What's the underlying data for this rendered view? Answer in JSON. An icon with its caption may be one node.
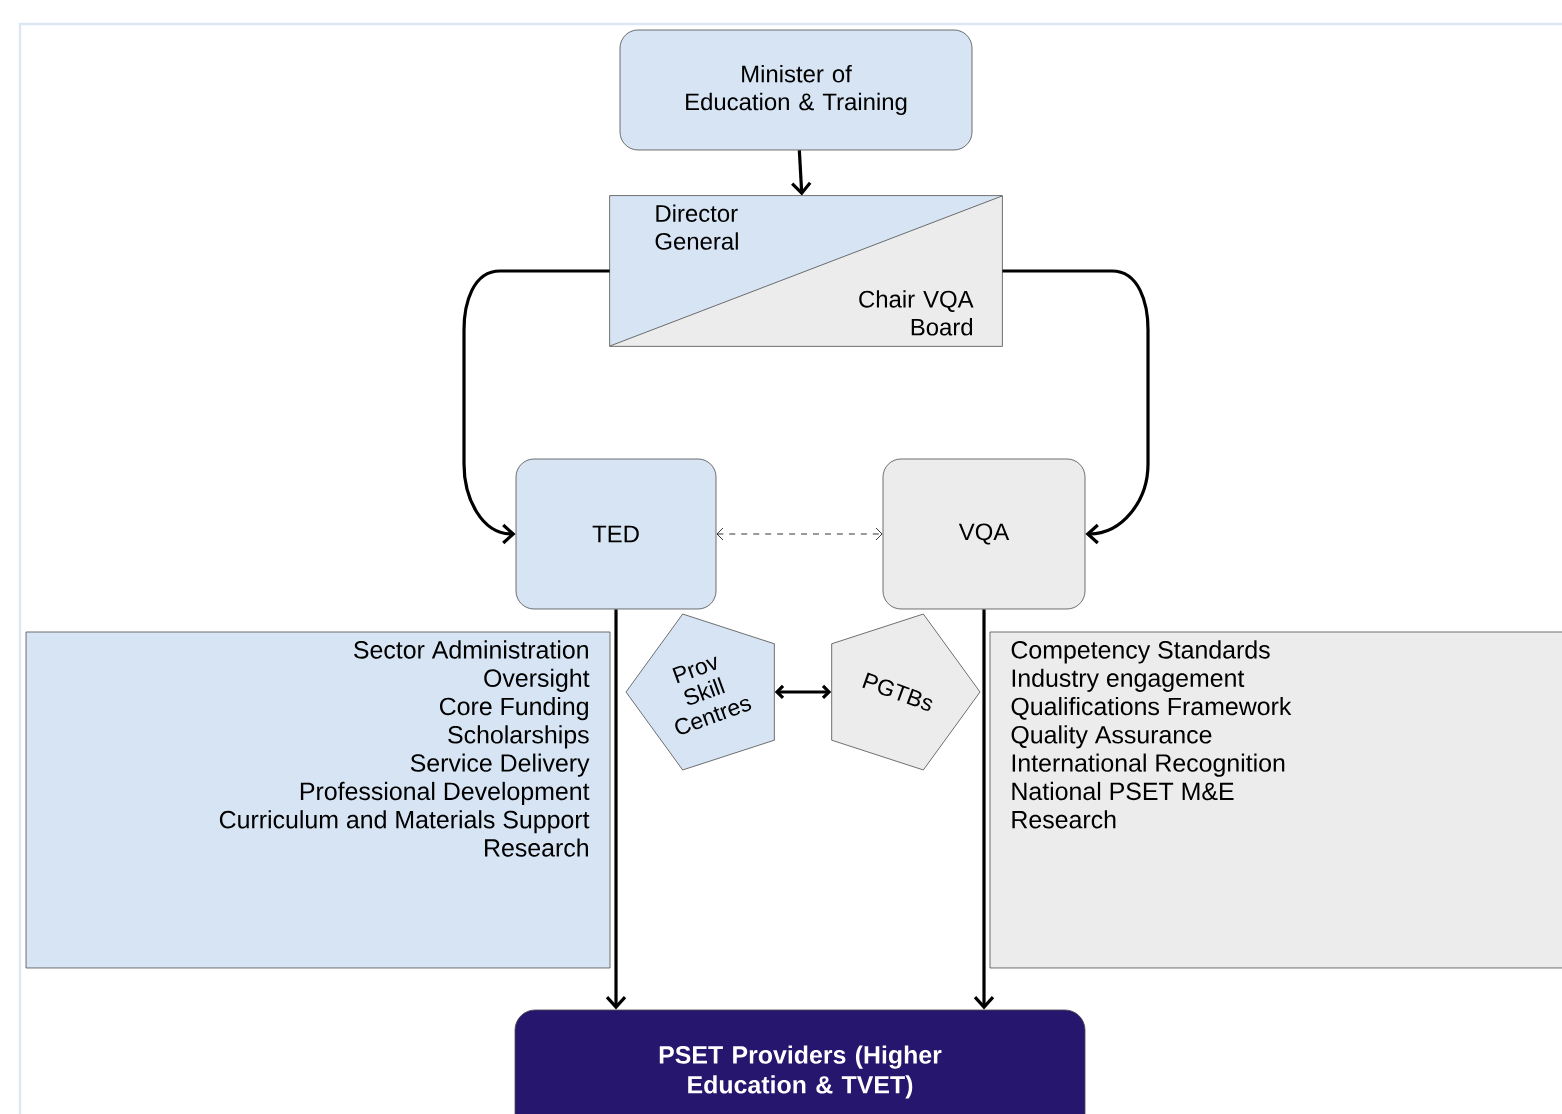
{
  "diagram": {
    "nodes": [
      {
        "text": [
          "Minister of Education & Training"
        ]
      },
      {
        "text": [
          "Director General",
          "Chair VQA Board"
        ]
      },
      {
        "text": [
          "TED"
        ]
      },
      {
        "text": [
          "VQA"
        ]
      },
      {
        "text": [
          "Sector Administration",
          "Oversight",
          "Core Funding",
          "Scholarships",
          "Service Delivery",
          "Professional Development",
          "Curriculum and Materials Support",
          "Research"
        ]
      },
      {
        "text": [
          "Prov Skill Centres"
        ]
      },
      {
        "text": [
          "PGTBs"
        ]
      },
      {
        "text": [
          "Competency Standards",
          "Industry engagement",
          "Qualifications Framework",
          "Quality Assurance",
          "International Recognition",
          "National PSET M&E",
          "Research"
        ]
      },
      {
        "text": [
          "PSET Providers (Higher Education & TVET)"
        ]
      }
    ],
    "edges": [
      {
        "from": 0,
        "to": 1,
        "arrow": "to"
      },
      {
        "from": 1,
        "to": 2,
        "arrow": "to"
      },
      {
        "from": 1,
        "to": 3,
        "arrow": "to"
      },
      {
        "from": 2,
        "to": 3,
        "arrow": "both",
        "style": "dashed"
      },
      {
        "from": 5,
        "to": 6,
        "arrow": "both"
      },
      {
        "from": 2,
        "to": 8,
        "arrow": "to"
      },
      {
        "from": 3,
        "to": 8,
        "arrow": "to"
      }
    ]
  }
}
